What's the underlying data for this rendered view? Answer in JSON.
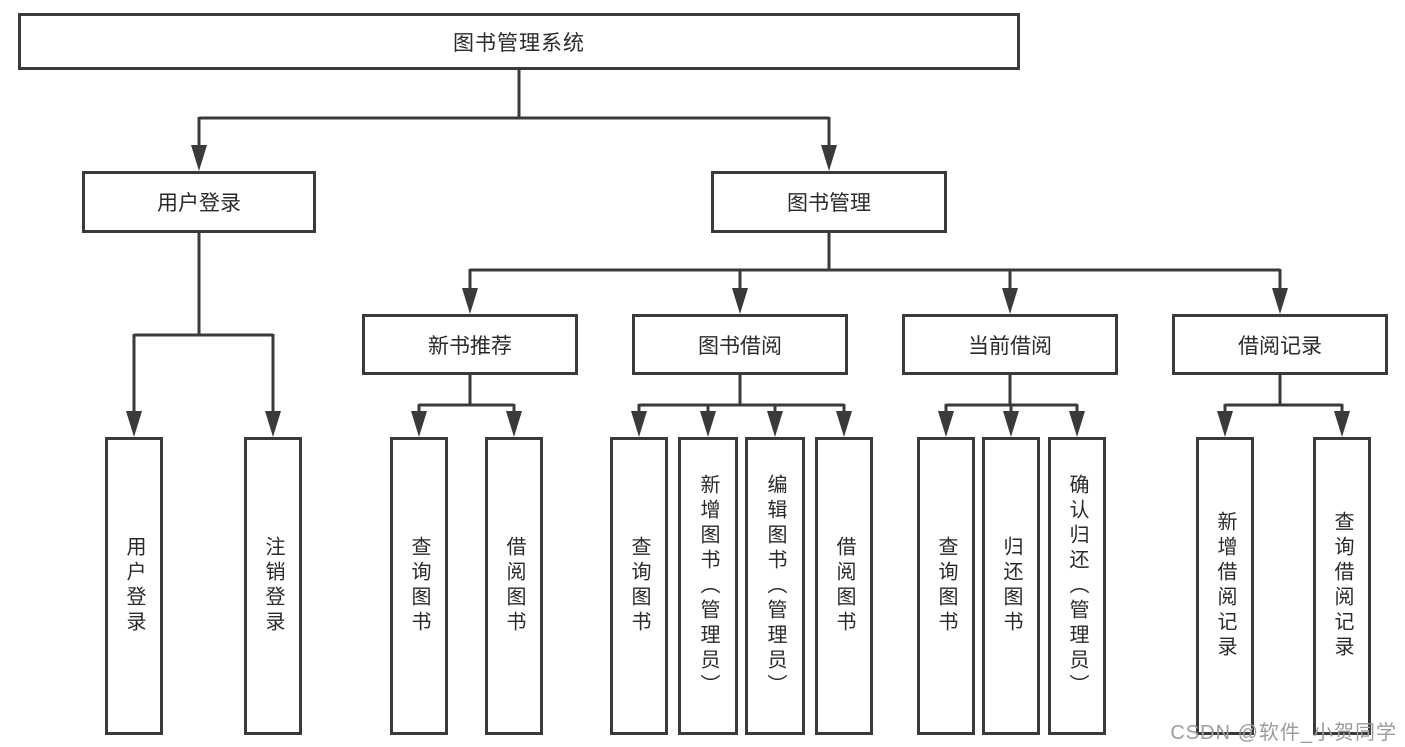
{
  "tree": {
    "root": {
      "label": "图书管理系统"
    },
    "level2": [
      {
        "label": "用户登录"
      },
      {
        "label": "图书管理"
      }
    ],
    "level3": [
      {
        "label": "新书推荐"
      },
      {
        "label": "图书借阅"
      },
      {
        "label": "当前借阅"
      },
      {
        "label": "借阅记录"
      }
    ],
    "leaves": {
      "user_login": [
        "用户登录",
        "注销登录"
      ],
      "new_books": [
        "查询图书",
        "借阅图书"
      ],
      "book_borrow": [
        "查询图书",
        "新增图书（管理员）",
        "编辑图书（管理员）",
        "借阅图书"
      ],
      "current_borrow": [
        "查询图书",
        "归还图书",
        "确认归还（管理员）"
      ],
      "borrow_records": [
        "新增借阅记录",
        "查询借阅记录"
      ]
    }
  },
  "colors": {
    "line": "#3a3a3a",
    "text": "#2a2a2a",
    "watermark": "#9c9c9c"
  },
  "watermark": "CSDN @软件_小贺同学"
}
